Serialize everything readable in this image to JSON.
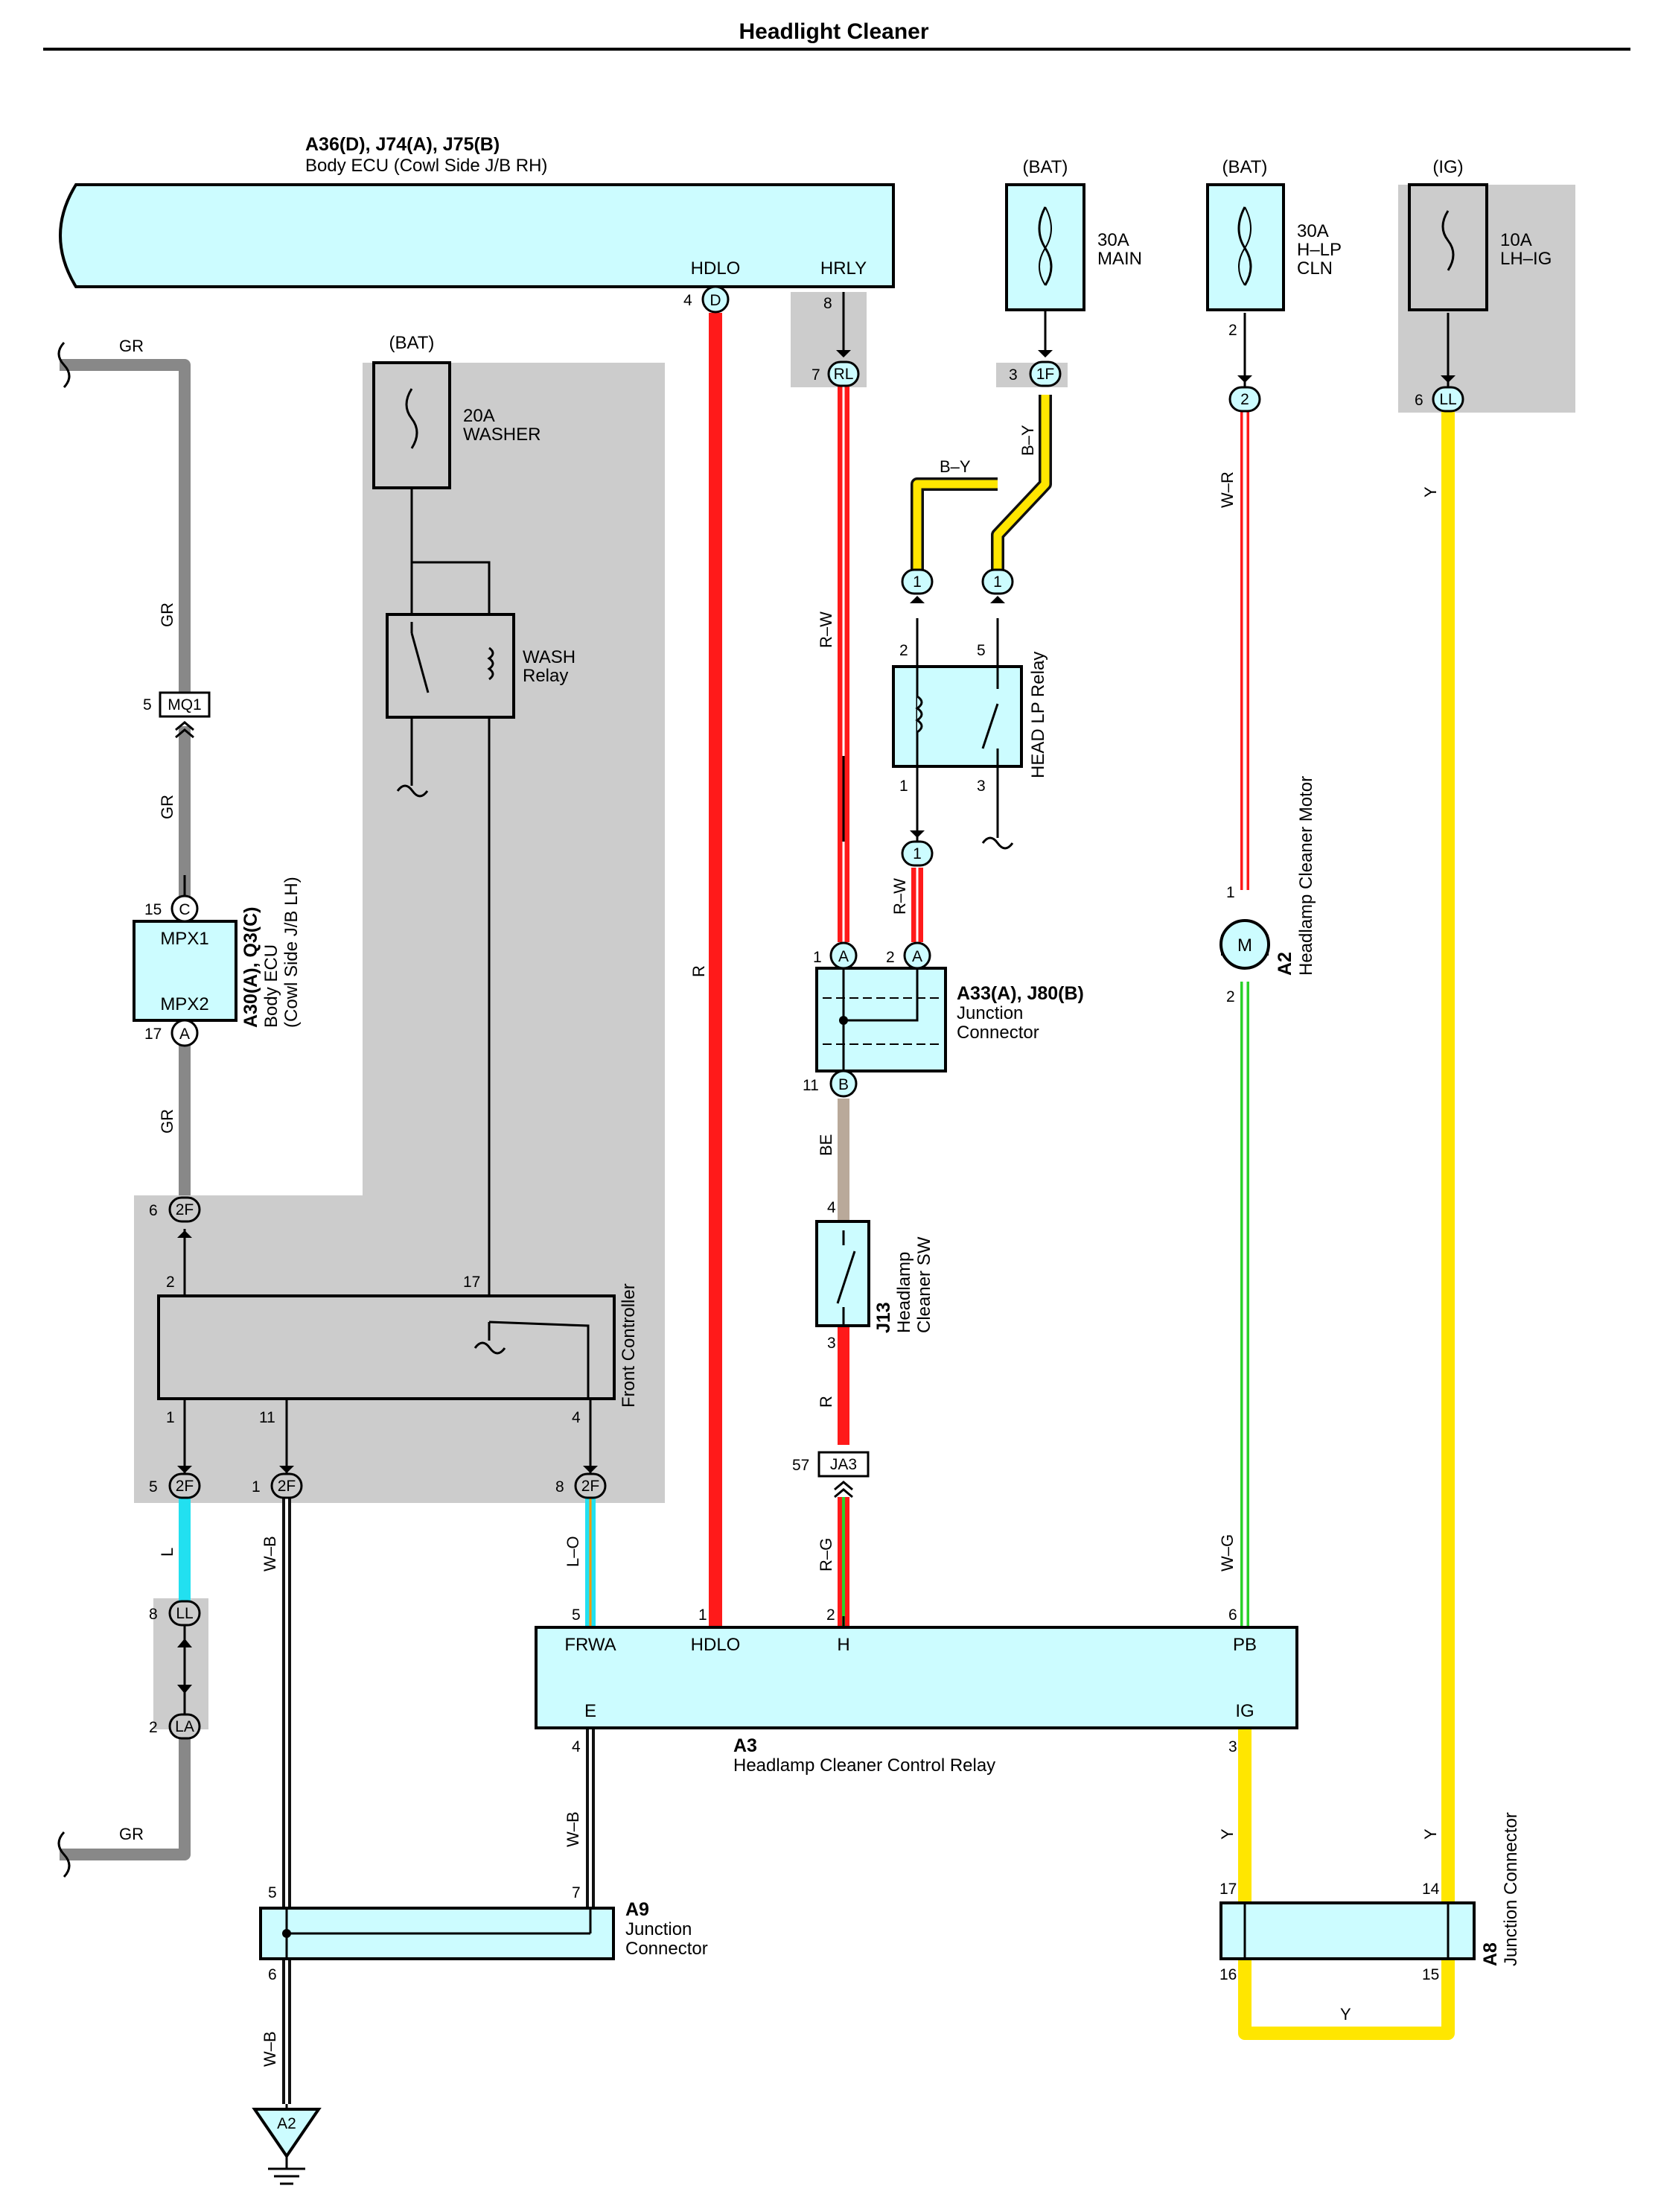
{
  "title": "Headlight Cleaner",
  "colors": {
    "box_fill": "#ccfcff",
    "gray_area": "#cccccc",
    "wire_red": "#ff1a1a",
    "wire_gray": "#888888",
    "wire_yellow": "#ffe600",
    "wire_cyan": "#22e0f0",
    "wire_green": "#2ad22a",
    "wire_brown": "#b9a99a",
    "wire_black": "#111111"
  },
  "components": {
    "body_ecu_rh": {
      "id": "A36(D), J74(A), J75(B)",
      "name": "Body ECU (Cowl Side J/B RH)",
      "pin_hdlo": "HDLO",
      "pin_hrly": "HRLY"
    },
    "body_ecu_lh": {
      "id": "A30(A), Q3(C)",
      "name1": "Body ECU",
      "name2": "(Cowl Side J/B LH)",
      "pin_mpx1": "MPX1",
      "pin_mpx2": "MPX2"
    },
    "fuse_main": {
      "source": "(BAT)",
      "rating": "30A",
      "name": "MAIN"
    },
    "fuse_hlp": {
      "source": "(BAT)",
      "rating": "30A",
      "name1": "H–LP",
      "name2": "CLN"
    },
    "fuse_lhig": {
      "source": "(IG)",
      "rating": "10A",
      "name": "LH–IG"
    },
    "fuse_washer": {
      "source": "(BAT)",
      "rating": "20A",
      "name": "WASHER"
    },
    "wash_relay": {
      "name1": "WASH",
      "name2": "Relay"
    },
    "head_lp_relay": {
      "name": "HEAD LP Relay"
    },
    "motor": {
      "id": "A2",
      "name": "Headlamp Cleaner Motor",
      "symbol": "M"
    },
    "jc_a33": {
      "id": "A33(A), J80(B)",
      "name1": "Junction",
      "name2": "Connector"
    },
    "sw_j13": {
      "id": "J13",
      "name1": "Headlamp",
      "name2": "Cleaner SW"
    },
    "front_controller": {
      "name": "Front Controller"
    },
    "relay_a3": {
      "id": "A3",
      "name": "Headlamp Cleaner Control Relay",
      "pin_frwa": "FRWA",
      "pin_hdlo": "HDLO",
      "pin_h": "H",
      "pin_pb": "PB",
      "pin_e": "E",
      "pin_ig": "IG"
    },
    "jc_a9": {
      "id": "A9",
      "name1": "Junction",
      "name2": "Connector"
    },
    "jc_a8": {
      "id": "A8",
      "name": "Junction Connector"
    },
    "ground": {
      "id": "A2"
    }
  },
  "connectors": {
    "D": "D",
    "RL": "RL",
    "F1": "1F",
    "c2": "2",
    "LL": "LL",
    "MQ1": "MQ1",
    "C": "C",
    "A": "A",
    "B": "B",
    "F2": "2F",
    "LA": "LA",
    "JA3": "JA3",
    "one": "1"
  },
  "pins": {
    "p1": "1",
    "p2": "2",
    "p3": "3",
    "p4": "4",
    "p5": "5",
    "p6": "6",
    "p7": "7",
    "p8": "8",
    "p11": "11",
    "p14": "14",
    "p15": "15",
    "p16": "16",
    "p17": "17",
    "p57": "57"
  },
  "wires": {
    "GR": "GR",
    "R": "R",
    "RW": "R–W",
    "BY": "B–Y",
    "WR": "W–R",
    "Y": "Y",
    "BE": "BE",
    "RG": "R–G",
    "WG": "W–G",
    "L": "L",
    "WB": "W–B",
    "LO": "L–O"
  }
}
